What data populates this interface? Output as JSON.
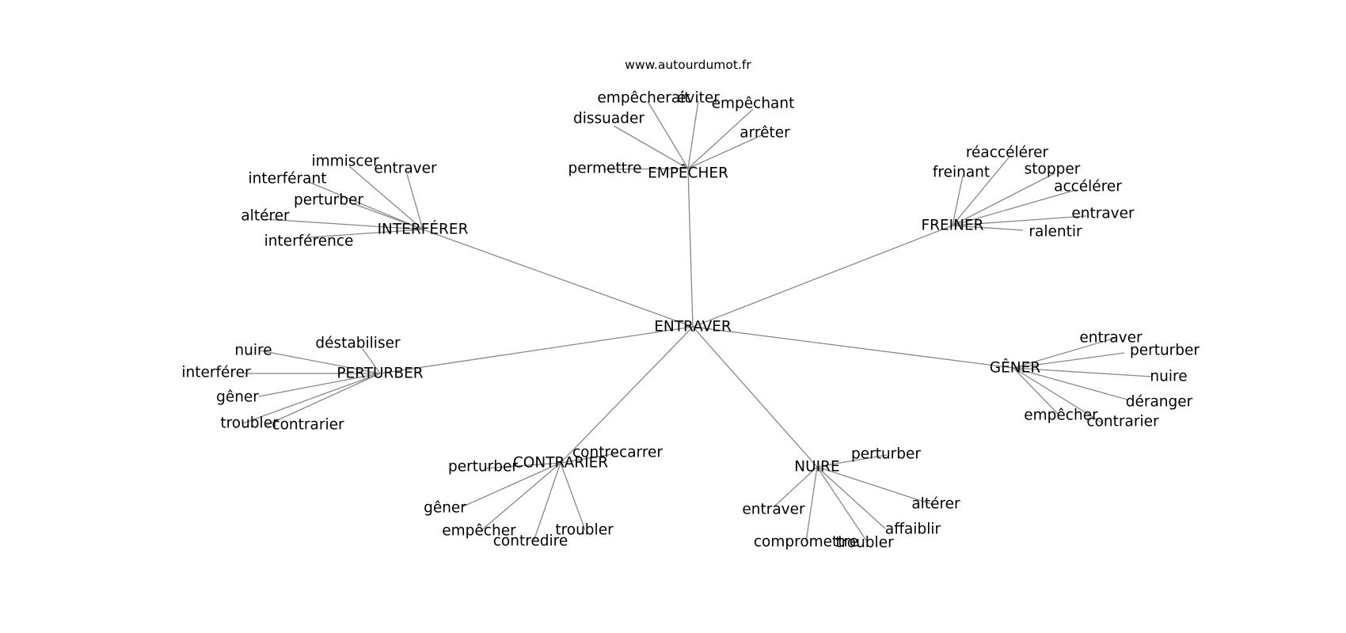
{
  "site": "www.autourdumot.fr",
  "graph": {
    "center": "ENTRAVER",
    "clusters": [
      {
        "hub": "EMPÊCHER",
        "leaves": [
          "empêcherait",
          "éviter",
          "empêchant",
          "dissuader",
          "arrêter",
          "permettre"
        ]
      },
      {
        "hub": "INTERFÉRER",
        "leaves": [
          "immiscer",
          "entraver",
          "interférant",
          "perturber",
          "altérer",
          "interférence"
        ]
      },
      {
        "hub": "FREINER",
        "leaves": [
          "réaccélérer",
          "freinant",
          "stopper",
          "accélérer",
          "entraver",
          "ralentir"
        ]
      },
      {
        "hub": "PERTURBER",
        "leaves": [
          "déstabiliser",
          "nuire",
          "interférer",
          "gêner",
          "troubler",
          "contrarier"
        ]
      },
      {
        "hub": "GÊNER",
        "leaves": [
          "entraver",
          "perturber",
          "nuire",
          "déranger",
          "empêcher",
          "contrarier"
        ]
      },
      {
        "hub": "CONTRARIER",
        "leaves": [
          "contrecarrer",
          "perturber",
          "gêner",
          "empêcher",
          "contredire",
          "troubler"
        ]
      },
      {
        "hub": "NUIRE",
        "leaves": [
          "perturber",
          "entraver",
          "altérer",
          "affaiblir",
          "compromettre",
          "troubler"
        ]
      }
    ]
  }
}
